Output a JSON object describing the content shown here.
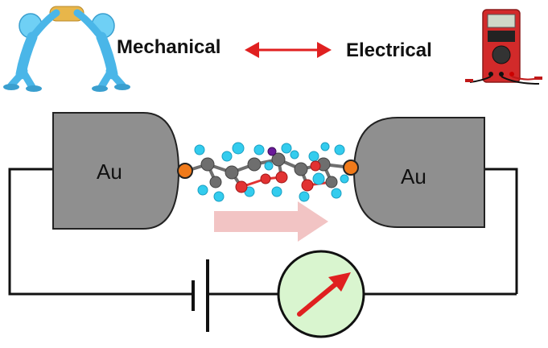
{
  "labels": {
    "mechanical": "Mechanical",
    "electrical": "Electrical",
    "electrode_left": "Au",
    "electrode_right": "Au"
  },
  "colors": {
    "electrode_fill": "#8f8f8f",
    "electrode_stroke": "#222222",
    "double_arrow": "#e02020",
    "direction_arrow": "#f2c4c4",
    "meter_face": "#d9f5cf",
    "meter_needle": "#e02020",
    "anchor_atom": "#f07a1a",
    "hydrogen": "#33ccee",
    "carbon": "#6e6e6e",
    "oxygen": "#e23232",
    "iodine": "#6a1a9a",
    "wire": "#111111"
  },
  "icons": {
    "left": "tug-of-war-figures-icon",
    "right": "multimeter-icon"
  }
}
